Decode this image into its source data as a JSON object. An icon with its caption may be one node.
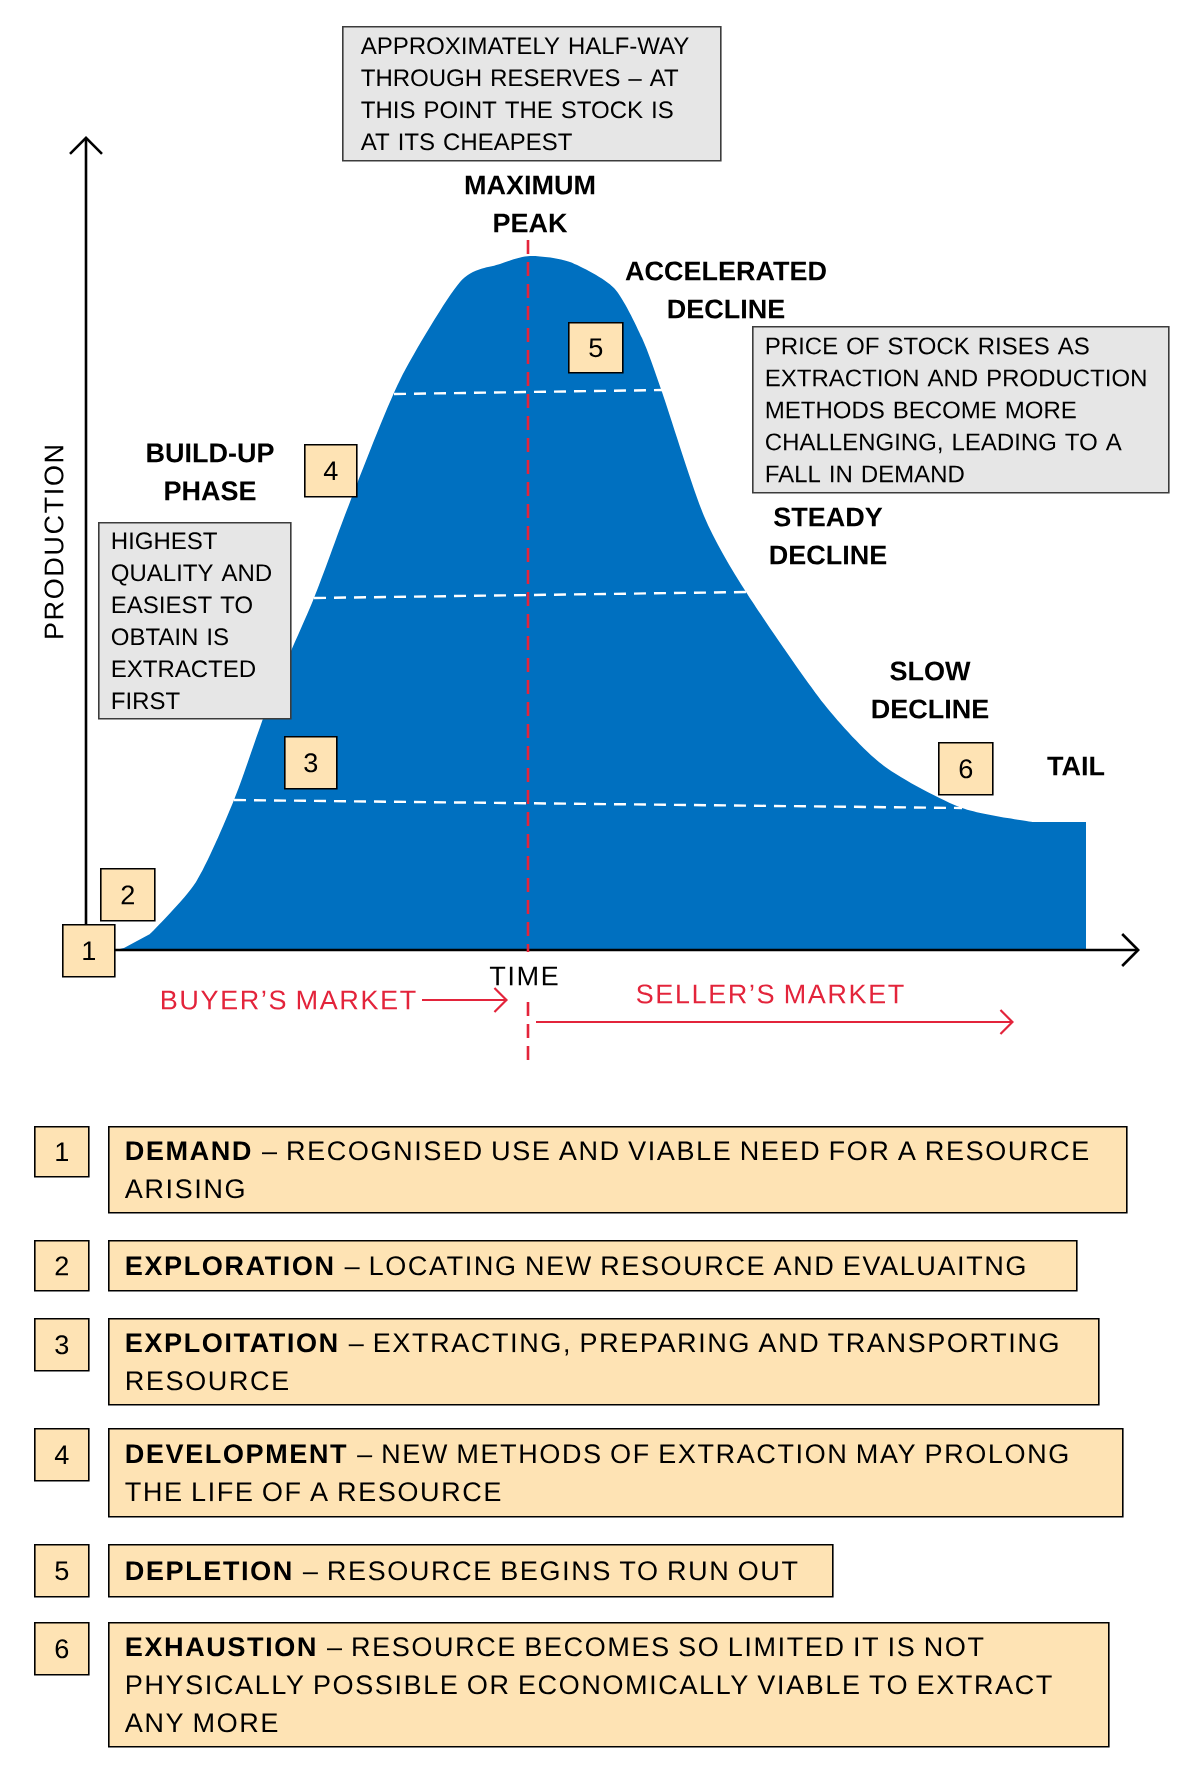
{
  "diagram": {
    "nodes": [
      {
        "text": [
          "APPROXIMATELY HALF-WAY THROUGH RESERVES – AT THIS POINT THE STOCK IS AT ITS CHEAPEST"
        ]
      },
      {
        "text": [
          "5"
        ]
      },
      {
        "text": [
          "PRICE OF STOCK RISES AS EXTRACTION AND PRODUCTION METHODS BECOME MORE CHALLENGING, LEADING TO A FALL IN DEMAND"
        ]
      },
      {
        "text": [
          "4"
        ]
      },
      {
        "text": [
          "HIGHEST QUALITY AND EASIEST TO OBTAIN IS EXTRACTED FIRST"
        ]
      },
      {
        "text": [
          "3"
        ]
      },
      {
        "text": [
          "6"
        ]
      },
      {
        "text": [
          "2"
        ]
      },
      {
        "text": [
          "1"
        ]
      },
      {
        "text": [
          "1"
        ]
      },
      {
        "text": [
          "**DEMAND** – RECOGNISED USE AND VIABLE NEED FOR A RESOURCE ARISING"
        ]
      },
      {
        "text": [
          "2"
        ]
      },
      {
        "text": [
          "**EXPLORATION** – LOCATING NEW RESOURCE AND EVALUAITNG"
        ]
      },
      {
        "text": [
          "3"
        ]
      },
      {
        "text": [
          "**EXPLOITATION** – EXTRACTING, PREPARING AND TRANSPORTING RESOURCE"
        ]
      },
      {
        "text": [
          "4"
        ]
      },
      {
        "text": [
          "**DEVELOPMENT** – NEW METHODS OF EXTRACTION MAY PROLONG THE LIFE OF A RESOURCE"
        ]
      },
      {
        "text": [
          "5"
        ]
      },
      {
        "text": [
          "**DEPLETION** – RESOURCE BEGINS TO RUN OUT"
        ]
      },
      {
        "text": [
          "6"
        ]
      },
      {
        "text": [
          "**EXHAUSTION** – RESOURCE BECOMES SO LIMITED IT IS NOT PHYSICALLY POSSIBLE OR ECONOMICALLY VIABLE TO EXTRACT ANY MORE"
        ]
      }
    ],
    "labels": [
      "MAXIMUM PEAK",
      "ACCELERATED DECLINE",
      "BUILD-UP PHASE",
      "STEADY DECLINE",
      "PRODUCTION",
      "SLOW DECLINE",
      "TAIL",
      "TIME",
      "BUYER’S MARKET",
      "SELLER’S MARKET"
    ]
  }
}
